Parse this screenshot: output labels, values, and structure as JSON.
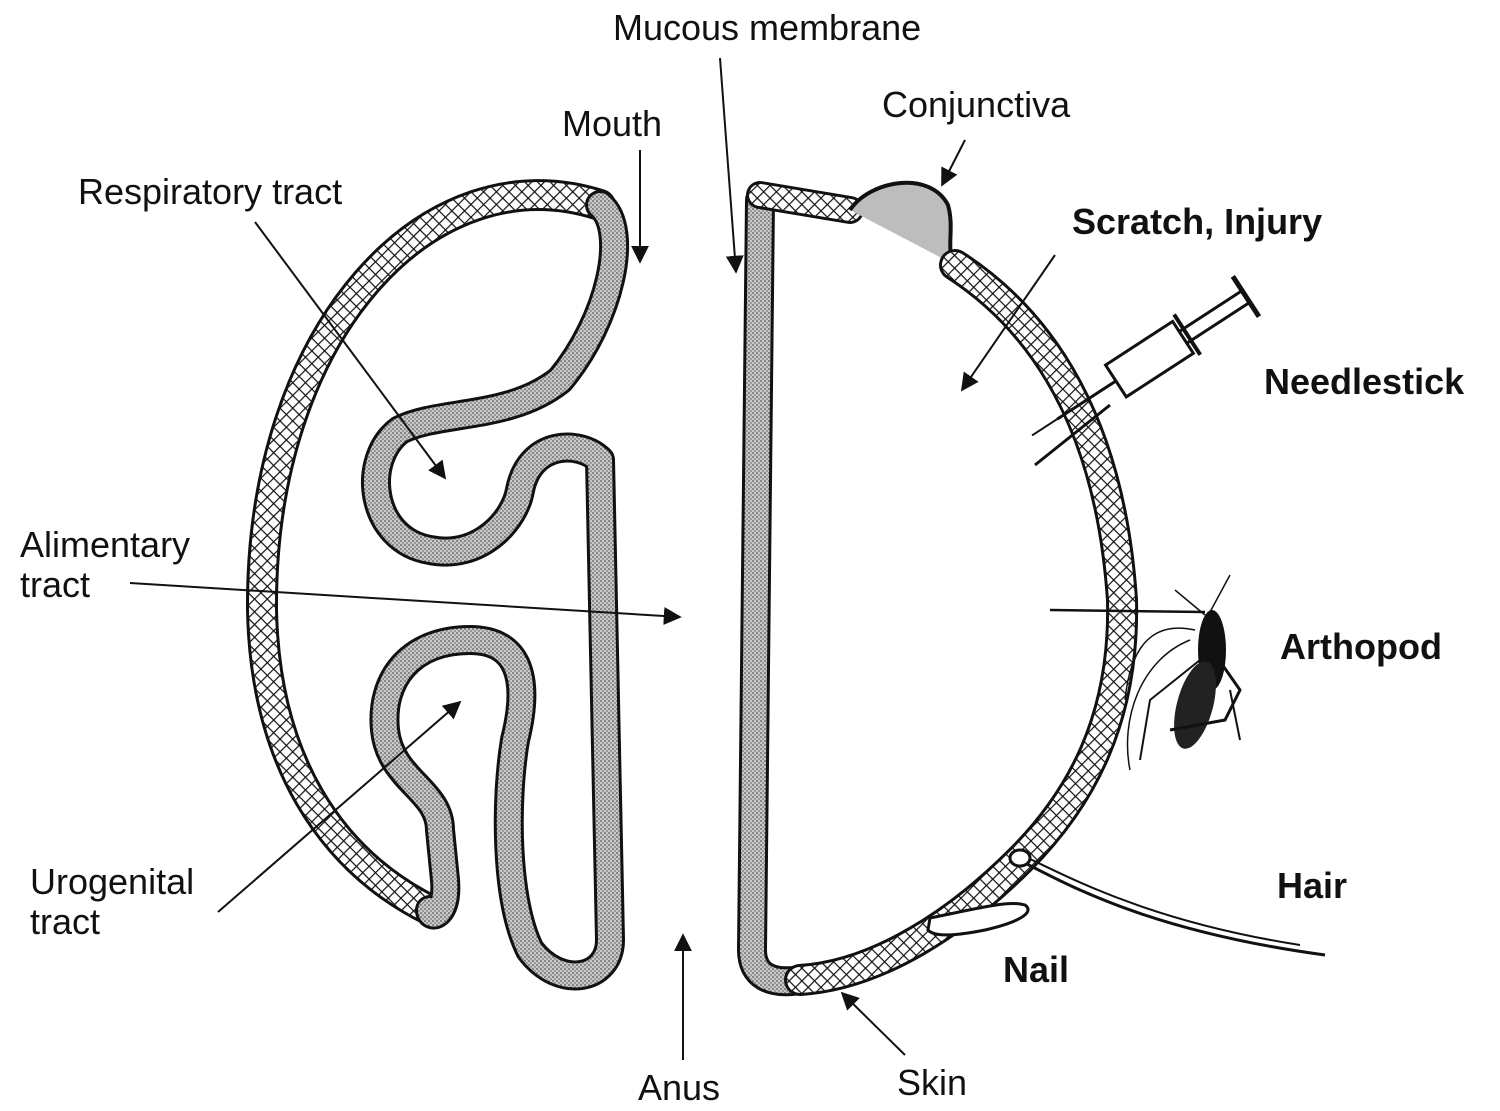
{
  "labels": {
    "mucous_membrane": "Mucous membrane",
    "mouth": "Mouth",
    "conjunctiva": "Conjunctiva",
    "respiratory_tract": "Respiratory tract",
    "scratch_injury": "Scratch, Injury",
    "needlestick": "Needlestick",
    "alimentary_tract": "Alimentary\ntract",
    "arthopod": "Arthopod",
    "urogenital_tract": "Urogenital\ntract",
    "hair": "Hair",
    "nail": "Nail",
    "anus": "Anus",
    "skin": "Skin"
  },
  "colors": {
    "ink": "#111111",
    "skin_pattern": "crosshatch",
    "mucosa_fill": "#b8b8b8"
  }
}
